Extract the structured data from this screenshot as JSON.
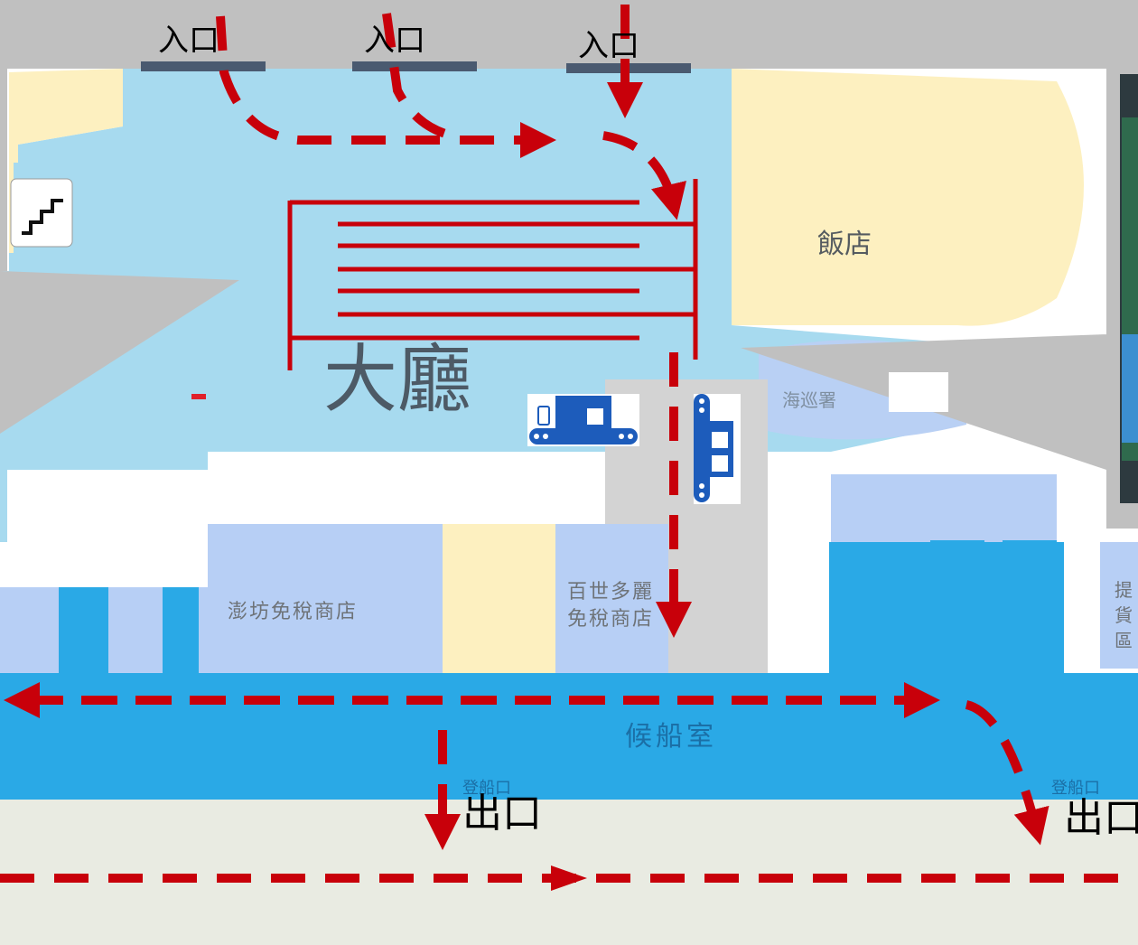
{
  "map": {
    "entrances": [
      "入口",
      "入口",
      "入口"
    ],
    "exits": [
      "出口",
      "出口"
    ],
    "areas": {
      "hall": "大廳",
      "hotel": "飯店",
      "customs": "海巡署",
      "shop_penghu": "澎坊免稅商店",
      "shop_baishiduoli_line1": "百世多麗",
      "shop_baishiduoli_line2": "免稅商店",
      "waiting_room": "候船室",
      "boarding_left": "登船口",
      "boarding_right": "登船口",
      "pickup_line1": "提",
      "pickup_line2": "貨",
      "pickup_line3": "區"
    },
    "icons": [
      "stairs-icon",
      "baggage-xray-icon",
      "baggage-xray-icon"
    ],
    "colors": {
      "route": "#c8000a",
      "hall_floor": "#9fd6ee",
      "waiting_room": "#2aa9e6",
      "shop_area": "#b7cff5",
      "hotel_area": "#fdf0c0",
      "callout_gray": "#c0c0c0",
      "dock": "#e9ebe2",
      "queue": "#c8000a"
    }
  }
}
